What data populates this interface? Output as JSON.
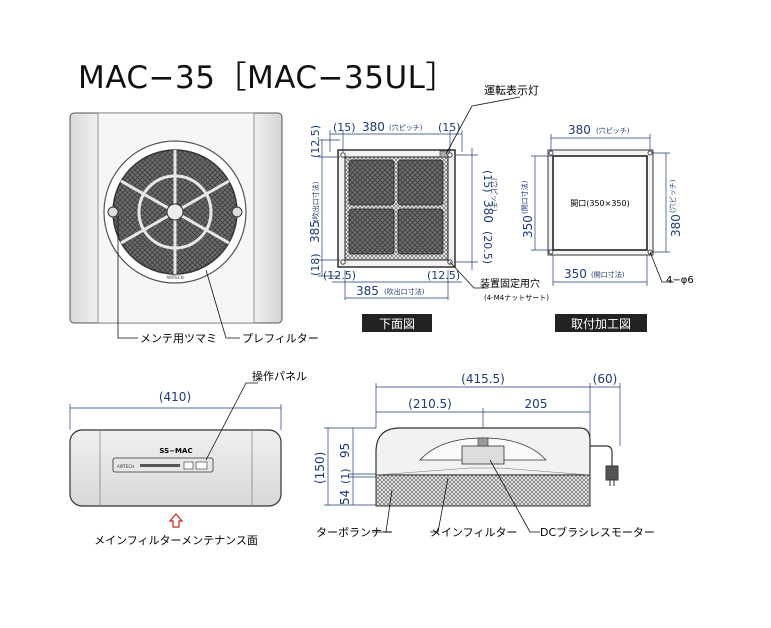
{
  "title": "MAC−35［MAC−35UL］",
  "callouts": {
    "indicator_lamp": "運転表示灯",
    "mente_knob": "メンテ用ツマミ",
    "prefilter": "プレフィルター",
    "operation_panel": "操作パネル",
    "main_filter_face": "メインフィルターメンテナンス面",
    "turbo_runner": "ターボランナー",
    "main_filter": "メインフィルター",
    "dc_motor": "DCブラシレスモーター",
    "fixing_hole": "装置固定用穴",
    "fixing_hole_sub": "(4-M4ナットサート)",
    "hole_count": "4−φ6"
  },
  "bottom_view": {
    "label": "下面図",
    "top_left": "(15)",
    "top_mid": "380",
    "top_mid_unit": "(穴ピッチ)",
    "top_right": "(15)",
    "left_top": "(12.5)",
    "left_mid": "385",
    "left_mid_unit": "(吹出口寸法)",
    "left_bottom": "(18)",
    "right_top": "(15)",
    "right_mid": "380",
    "right_mid_unit": "(穴ピッチ)",
    "right_bottom": "(20.5)",
    "bottom_left": "(12.5)",
    "bottom_right": "(12.5)",
    "bottom_mid": "385",
    "bottom_mid_unit": "(吹出口寸法)"
  },
  "mount_view": {
    "label": "取付加工図",
    "top": "380",
    "top_unit": "(穴ピッチ)",
    "left": "350",
    "left_unit": "(開口寸法)",
    "center": "開口(350×350)",
    "right": "380",
    "right_unit": "(穴ピッチ)",
    "bottom": "350",
    "bottom_unit": "(開口寸法)"
  },
  "front_view": {
    "width": "(410)",
    "brand": "SS−MAC",
    "logo": "AIRTECH"
  },
  "side_view": {
    "total": "(415.5)",
    "extra": "(60)",
    "part_a": "(210.5)",
    "part_b": "205",
    "height": "(150)",
    "h_top": "95",
    "h_mid": "(1)",
    "h_bot": "54"
  },
  "colors": {
    "dimension": "#1e3a78",
    "arrow": "#cc2222",
    "line": "#111111"
  }
}
